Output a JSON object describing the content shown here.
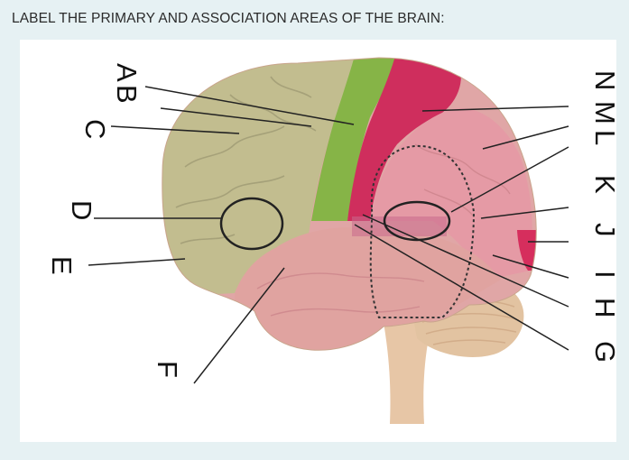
{
  "header": {
    "title": "LABEL THE PRIMARY AND ASSOCIATION AREAS OF THE BRAIN:"
  },
  "labels": {
    "a": "A",
    "b": "B",
    "c": "C",
    "d": "D",
    "e": "E",
    "f": "F",
    "g": "G",
    "h": "H",
    "i": "I",
    "j": "J",
    "k": "K",
    "l": "L",
    "m": "M",
    "n": "N"
  },
  "colors": {
    "background": "#e6f1f3",
    "frontal_lobe": "#c2bd8f",
    "motor_cortex": "#86b447",
    "somatosensory_cortex": "#cf2e5d",
    "parietal_temporal_association": "#dc8a8f",
    "visual_cortex": "#d62e5d",
    "cerebellum_brainstem": "#e7c6a6"
  }
}
